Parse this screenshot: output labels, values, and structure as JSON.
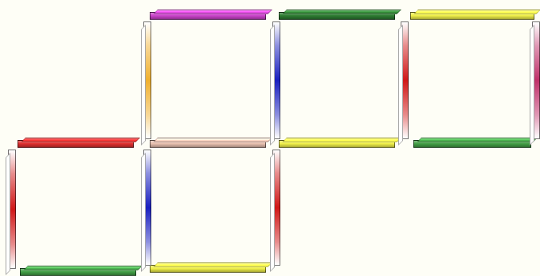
{
  "sticks": [
    {
      "id": "h-top-1",
      "orientation": "horizontal",
      "color": "#cc44cc"
    },
    {
      "id": "h-top-2",
      "orientation": "horizontal",
      "color": "#2e7d32"
    },
    {
      "id": "h-top-3",
      "orientation": "horizontal",
      "color": "#f0f04a"
    },
    {
      "id": "h-mid-0",
      "orientation": "horizontal",
      "color": "#e03030"
    },
    {
      "id": "h-mid-1",
      "orientation": "horizontal",
      "color": "#e8c0b0"
    },
    {
      "id": "h-mid-2",
      "orientation": "horizontal",
      "color": "#f0f04a"
    },
    {
      "id": "h-mid-3",
      "orientation": "horizontal",
      "color": "#43a047"
    },
    {
      "id": "h-bot-0",
      "orientation": "horizontal",
      "color": "#43a047"
    },
    {
      "id": "h-bot-1",
      "orientation": "horizontal",
      "color": "#f0f04a"
    },
    {
      "id": "v-top-1",
      "orientation": "vertical",
      "color": "#f0b030"
    },
    {
      "id": "v-top-2",
      "orientation": "vertical",
      "color": "#1a20c0"
    },
    {
      "id": "v-top-3",
      "orientation": "vertical",
      "color": "#d01818"
    },
    {
      "id": "v-top-4",
      "orientation": "vertical",
      "color": "#c0306a"
    },
    {
      "id": "v-bot-0",
      "orientation": "vertical",
      "color": "#d01818"
    },
    {
      "id": "v-bot-1",
      "orientation": "vertical",
      "color": "#1a20c0"
    },
    {
      "id": "v-bot-2",
      "orientation": "vertical",
      "color": "#d01818"
    }
  ]
}
